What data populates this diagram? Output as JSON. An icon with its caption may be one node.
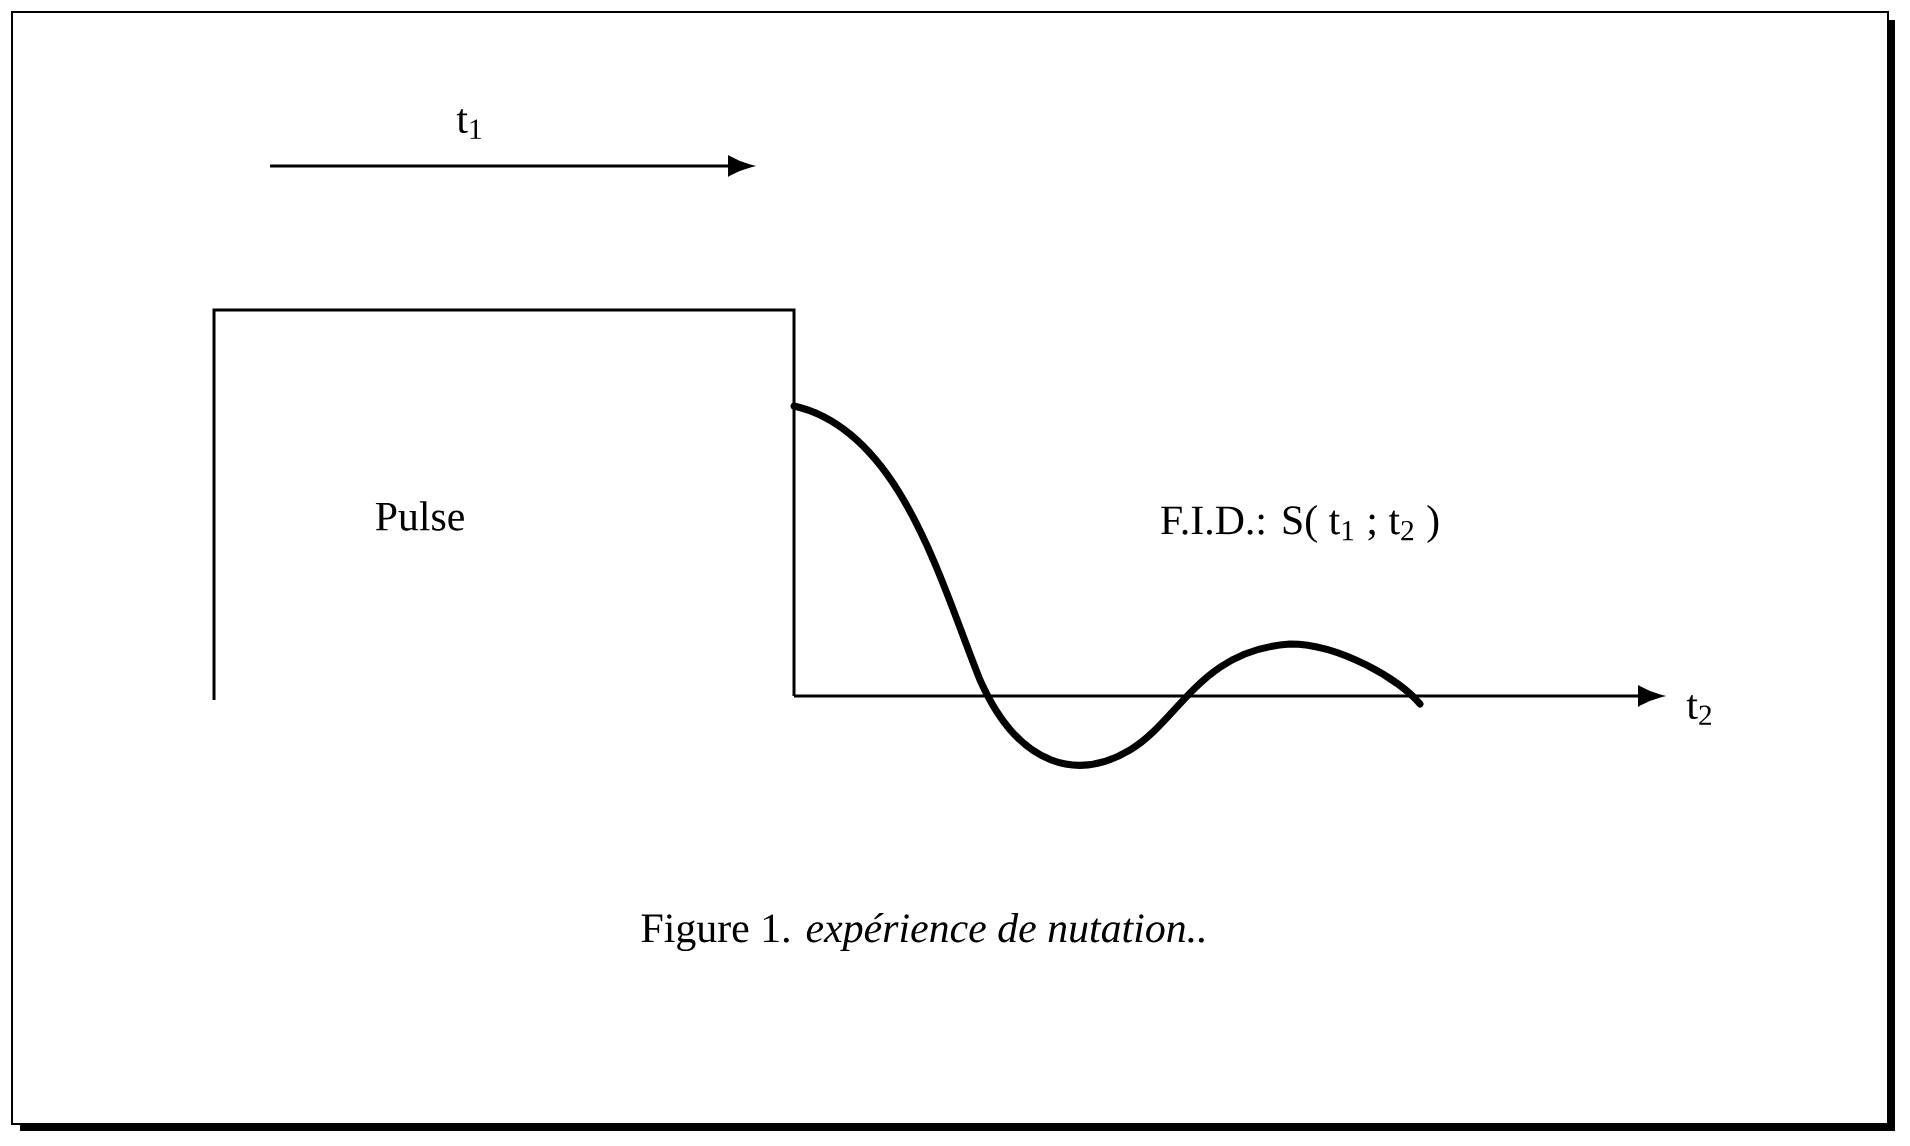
{
  "diagram": {
    "caption": "Figure 1.  *expérience de nutation..*",
    "nodes": [
      {
        "text": [
          "Pulse"
        ]
      }
    ],
    "labels": [
      "t$_{1}$",
      "F.I.D.: S( t$_{1}$ ; t$_{2}$ )",
      "t$_{2}$"
    ]
  }
}
